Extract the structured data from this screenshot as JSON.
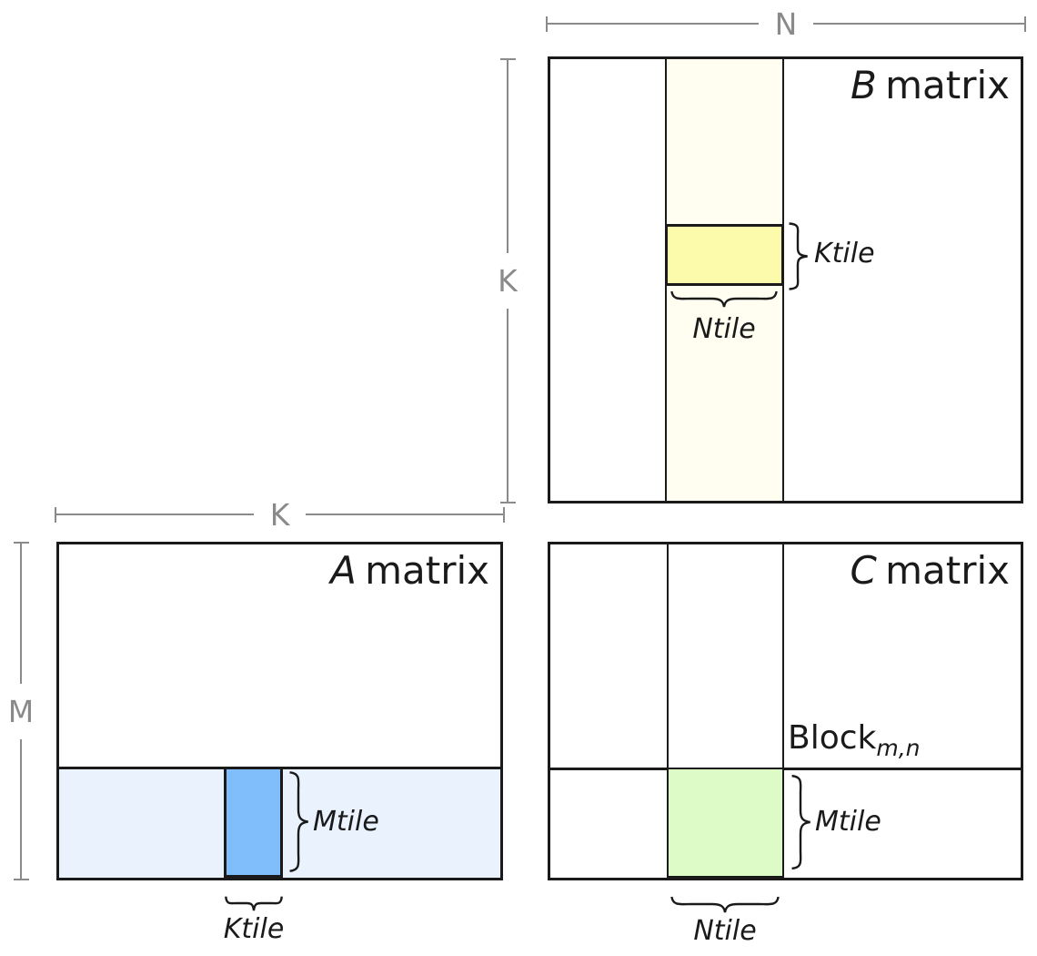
{
  "colors": {
    "matrix_border": "#1a1a1a",
    "dimension_gray": "#8a8a8a",
    "b_column_fill": "#fffef1",
    "b_ktile_fill": "#fbfbab",
    "a_strip_fill": "#e9f2fd",
    "a_ktile_fill": "#7fbdfb",
    "c_tile_fill": "#ddfbc7"
  },
  "dimension_labels": {
    "n": "N",
    "k_right": "K",
    "k_top": "K",
    "m": "M"
  },
  "b_matrix": {
    "title_letter": "B",
    "title_rest": "matrix",
    "ktile_label": "Ktile",
    "ntile_label": "Ntile"
  },
  "a_matrix": {
    "title_letter": "A",
    "title_rest": "matrix",
    "mtile_label": "Mtile",
    "ktile_label": "Ktile"
  },
  "c_matrix": {
    "title_letter": "C",
    "title_rest": "matrix",
    "block_label": "Block",
    "block_subscript": "m,n",
    "mtile_label": "Mtile",
    "ntile_label": "Ntile"
  }
}
